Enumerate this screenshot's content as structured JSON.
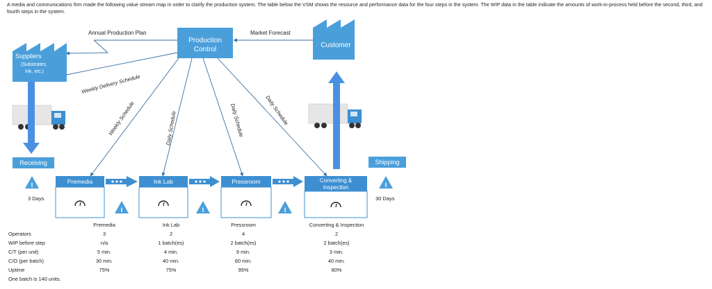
{
  "intro": "A media and communications firm made the following value stream map in order to clarify the production system.  The table below the VSM shows the resource and performance data for the four steps in the system.  The WIP data in the table indicate the amounts of work-in-process held before the second, third, and fourth steps in the system.",
  "vsm": {
    "production_control": [
      "Production",
      "Control"
    ],
    "customer": "Customer",
    "suppliers": [
      "Suppliers",
      "(Substrates,",
      "Ink, etc.)"
    ],
    "annual_plan": "Annual Production Plan",
    "market_forecast": "Market Forecast",
    "weekly_delivery": "Weekly Delivery Schedule",
    "weekly_schedule": "Weekly Schedule",
    "daily_schedule": "Daily Schedule",
    "receiving": "Receiving",
    "shipping": "Shipping",
    "processes": [
      "Premedia",
      "Ink Lab",
      "Pressroom",
      [
        "Converting &",
        "Inspection"
      ]
    ],
    "inventory_mark": "I",
    "days_in": "3 Days",
    "days_out": "30 Days",
    "colors": {
      "process_blue": "#3d8fd1",
      "box_fill": "#4a9fdb",
      "line": "#3a6fa0",
      "arrow": "#4a90e2"
    }
  },
  "table": {
    "columns": [
      "Premedia",
      "Ink Lab",
      "Pressroom",
      "Converting & Inspection"
    ],
    "rows": [
      {
        "label": "Operators",
        "values": [
          "3",
          "2",
          "4",
          "2"
        ]
      },
      {
        "label": "WIP before step",
        "values": [
          "n/a",
          "1 batch(es)",
          "2 batch(es)",
          "2 batch(es)"
        ]
      },
      {
        "label": "C/T (per unit)",
        "values": [
          "5 min.",
          "4 min.",
          "9 min.",
          "3 min."
        ]
      },
      {
        "label": "C/O (per batch)",
        "values": [
          "30 min.",
          "40 min.",
          "60 min.",
          "40 min."
        ]
      },
      {
        "label": "Uptime",
        "values": [
          "75%",
          "75%",
          "95%",
          "80%"
        ]
      }
    ],
    "footnote": "One batch is 140 units."
  }
}
